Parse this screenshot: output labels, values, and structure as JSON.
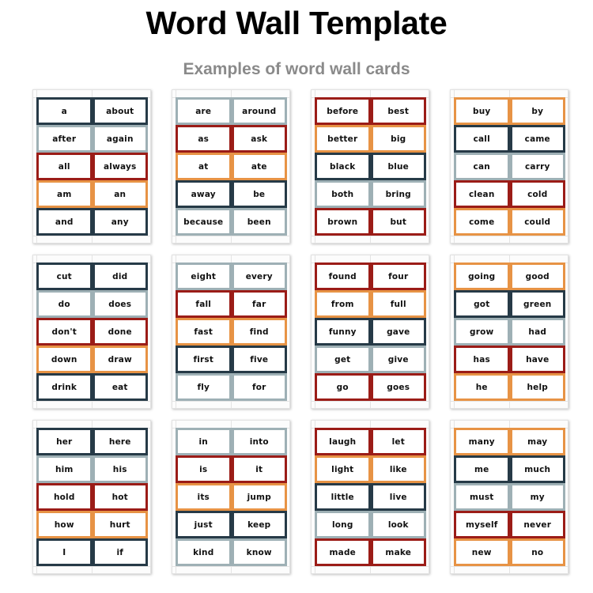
{
  "header": {
    "title": "Word Wall Template",
    "subtitle": "Examples of word wall cards"
  },
  "colors": {
    "navy": "#263a47",
    "gray": "#9eb0b5",
    "red": "#9b1c17",
    "orange": "#e79345"
  },
  "cards": [
    {
      "rows": [
        {
          "color": "navy",
          "words": [
            "a",
            "about"
          ]
        },
        {
          "color": "gray",
          "words": [
            "after",
            "again"
          ]
        },
        {
          "color": "red",
          "words": [
            "all",
            "always"
          ]
        },
        {
          "color": "orange",
          "words": [
            "am",
            "an"
          ]
        },
        {
          "color": "navy",
          "words": [
            "and",
            "any"
          ]
        }
      ]
    },
    {
      "rows": [
        {
          "color": "gray",
          "words": [
            "are",
            "around"
          ]
        },
        {
          "color": "red",
          "words": [
            "as",
            "ask"
          ]
        },
        {
          "color": "orange",
          "words": [
            "at",
            "ate"
          ]
        },
        {
          "color": "navy",
          "words": [
            "away",
            "be"
          ]
        },
        {
          "color": "gray",
          "words": [
            "because",
            "been"
          ]
        }
      ]
    },
    {
      "rows": [
        {
          "color": "red",
          "words": [
            "before",
            "best"
          ]
        },
        {
          "color": "orange",
          "words": [
            "better",
            "big"
          ]
        },
        {
          "color": "navy",
          "words": [
            "black",
            "blue"
          ]
        },
        {
          "color": "gray",
          "words": [
            "both",
            "bring"
          ]
        },
        {
          "color": "red",
          "words": [
            "brown",
            "but"
          ]
        }
      ]
    },
    {
      "rows": [
        {
          "color": "orange",
          "words": [
            "buy",
            "by"
          ]
        },
        {
          "color": "navy",
          "words": [
            "call",
            "came"
          ]
        },
        {
          "color": "gray",
          "words": [
            "can",
            "carry"
          ]
        },
        {
          "color": "red",
          "words": [
            "clean",
            "cold"
          ]
        },
        {
          "color": "orange",
          "words": [
            "come",
            "could"
          ]
        }
      ]
    },
    {
      "rows": [
        {
          "color": "navy",
          "words": [
            "cut",
            "did"
          ]
        },
        {
          "color": "gray",
          "words": [
            "do",
            "does"
          ]
        },
        {
          "color": "red",
          "words": [
            "don't",
            "done"
          ]
        },
        {
          "color": "orange",
          "words": [
            "down",
            "draw"
          ]
        },
        {
          "color": "navy",
          "words": [
            "drink",
            "eat"
          ]
        }
      ]
    },
    {
      "rows": [
        {
          "color": "gray",
          "words": [
            "eight",
            "every"
          ]
        },
        {
          "color": "red",
          "words": [
            "fall",
            "far"
          ]
        },
        {
          "color": "orange",
          "words": [
            "fast",
            "find"
          ]
        },
        {
          "color": "navy",
          "words": [
            "first",
            "five"
          ]
        },
        {
          "color": "gray",
          "words": [
            "fly",
            "for"
          ]
        }
      ]
    },
    {
      "rows": [
        {
          "color": "red",
          "words": [
            "found",
            "four"
          ]
        },
        {
          "color": "orange",
          "words": [
            "from",
            "full"
          ]
        },
        {
          "color": "navy",
          "words": [
            "funny",
            "gave"
          ]
        },
        {
          "color": "gray",
          "words": [
            "get",
            "give"
          ]
        },
        {
          "color": "red",
          "words": [
            "go",
            "goes"
          ]
        }
      ]
    },
    {
      "rows": [
        {
          "color": "orange",
          "words": [
            "going",
            "good"
          ]
        },
        {
          "color": "navy",
          "words": [
            "got",
            "green"
          ]
        },
        {
          "color": "gray",
          "words": [
            "grow",
            "had"
          ]
        },
        {
          "color": "red",
          "words": [
            "has",
            "have"
          ]
        },
        {
          "color": "orange",
          "words": [
            "he",
            "help"
          ]
        }
      ]
    },
    {
      "rows": [
        {
          "color": "navy",
          "words": [
            "her",
            "here"
          ]
        },
        {
          "color": "gray",
          "words": [
            "him",
            "his"
          ]
        },
        {
          "color": "red",
          "words": [
            "hold",
            "hot"
          ]
        },
        {
          "color": "orange",
          "words": [
            "how",
            "hurt"
          ]
        },
        {
          "color": "navy",
          "words": [
            "I",
            "if"
          ]
        }
      ]
    },
    {
      "rows": [
        {
          "color": "gray",
          "words": [
            "in",
            "into"
          ]
        },
        {
          "color": "red",
          "words": [
            "is",
            "it"
          ]
        },
        {
          "color": "orange",
          "words": [
            "its",
            "jump"
          ]
        },
        {
          "color": "navy",
          "words": [
            "just",
            "keep"
          ]
        },
        {
          "color": "gray",
          "words": [
            "kind",
            "know"
          ]
        }
      ]
    },
    {
      "rows": [
        {
          "color": "red",
          "words": [
            "laugh",
            "let"
          ]
        },
        {
          "color": "orange",
          "words": [
            "light",
            "like"
          ]
        },
        {
          "color": "navy",
          "words": [
            "little",
            "live"
          ]
        },
        {
          "color": "gray",
          "words": [
            "long",
            "look"
          ]
        },
        {
          "color": "red",
          "words": [
            "made",
            "make"
          ]
        }
      ]
    },
    {
      "rows": [
        {
          "color": "orange",
          "words": [
            "many",
            "may"
          ]
        },
        {
          "color": "navy",
          "words": [
            "me",
            "much"
          ]
        },
        {
          "color": "gray",
          "words": [
            "must",
            "my"
          ]
        },
        {
          "color": "red",
          "words": [
            "myself",
            "never"
          ]
        },
        {
          "color": "orange",
          "words": [
            "new",
            "no"
          ]
        }
      ]
    }
  ]
}
